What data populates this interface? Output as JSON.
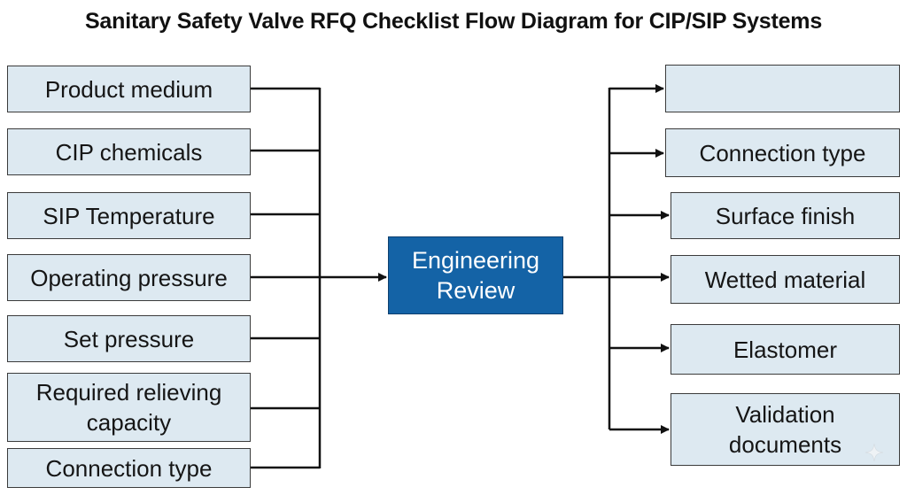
{
  "title": "Sanitary Safety Valve RFQ Checklist Flow Diagram for CIP/SIP Systems",
  "inputs": [
    "Product medium",
    "CIP chemicals",
    "SIP Temperature",
    "Operating pressure",
    "Set pressure",
    "Required relieving capacity",
    "Connection type"
  ],
  "center": {
    "line1": "Engineering",
    "line2": "Review"
  },
  "outputs": [
    "",
    "Connection type",
    "Surface finish",
    "Wetted material",
    "Elastomer",
    "Validation documents"
  ],
  "colors": {
    "box_fill": "#dde9f1",
    "box_border": "#3b3b3b",
    "center_fill": "#1463a6",
    "line": "#111111"
  }
}
